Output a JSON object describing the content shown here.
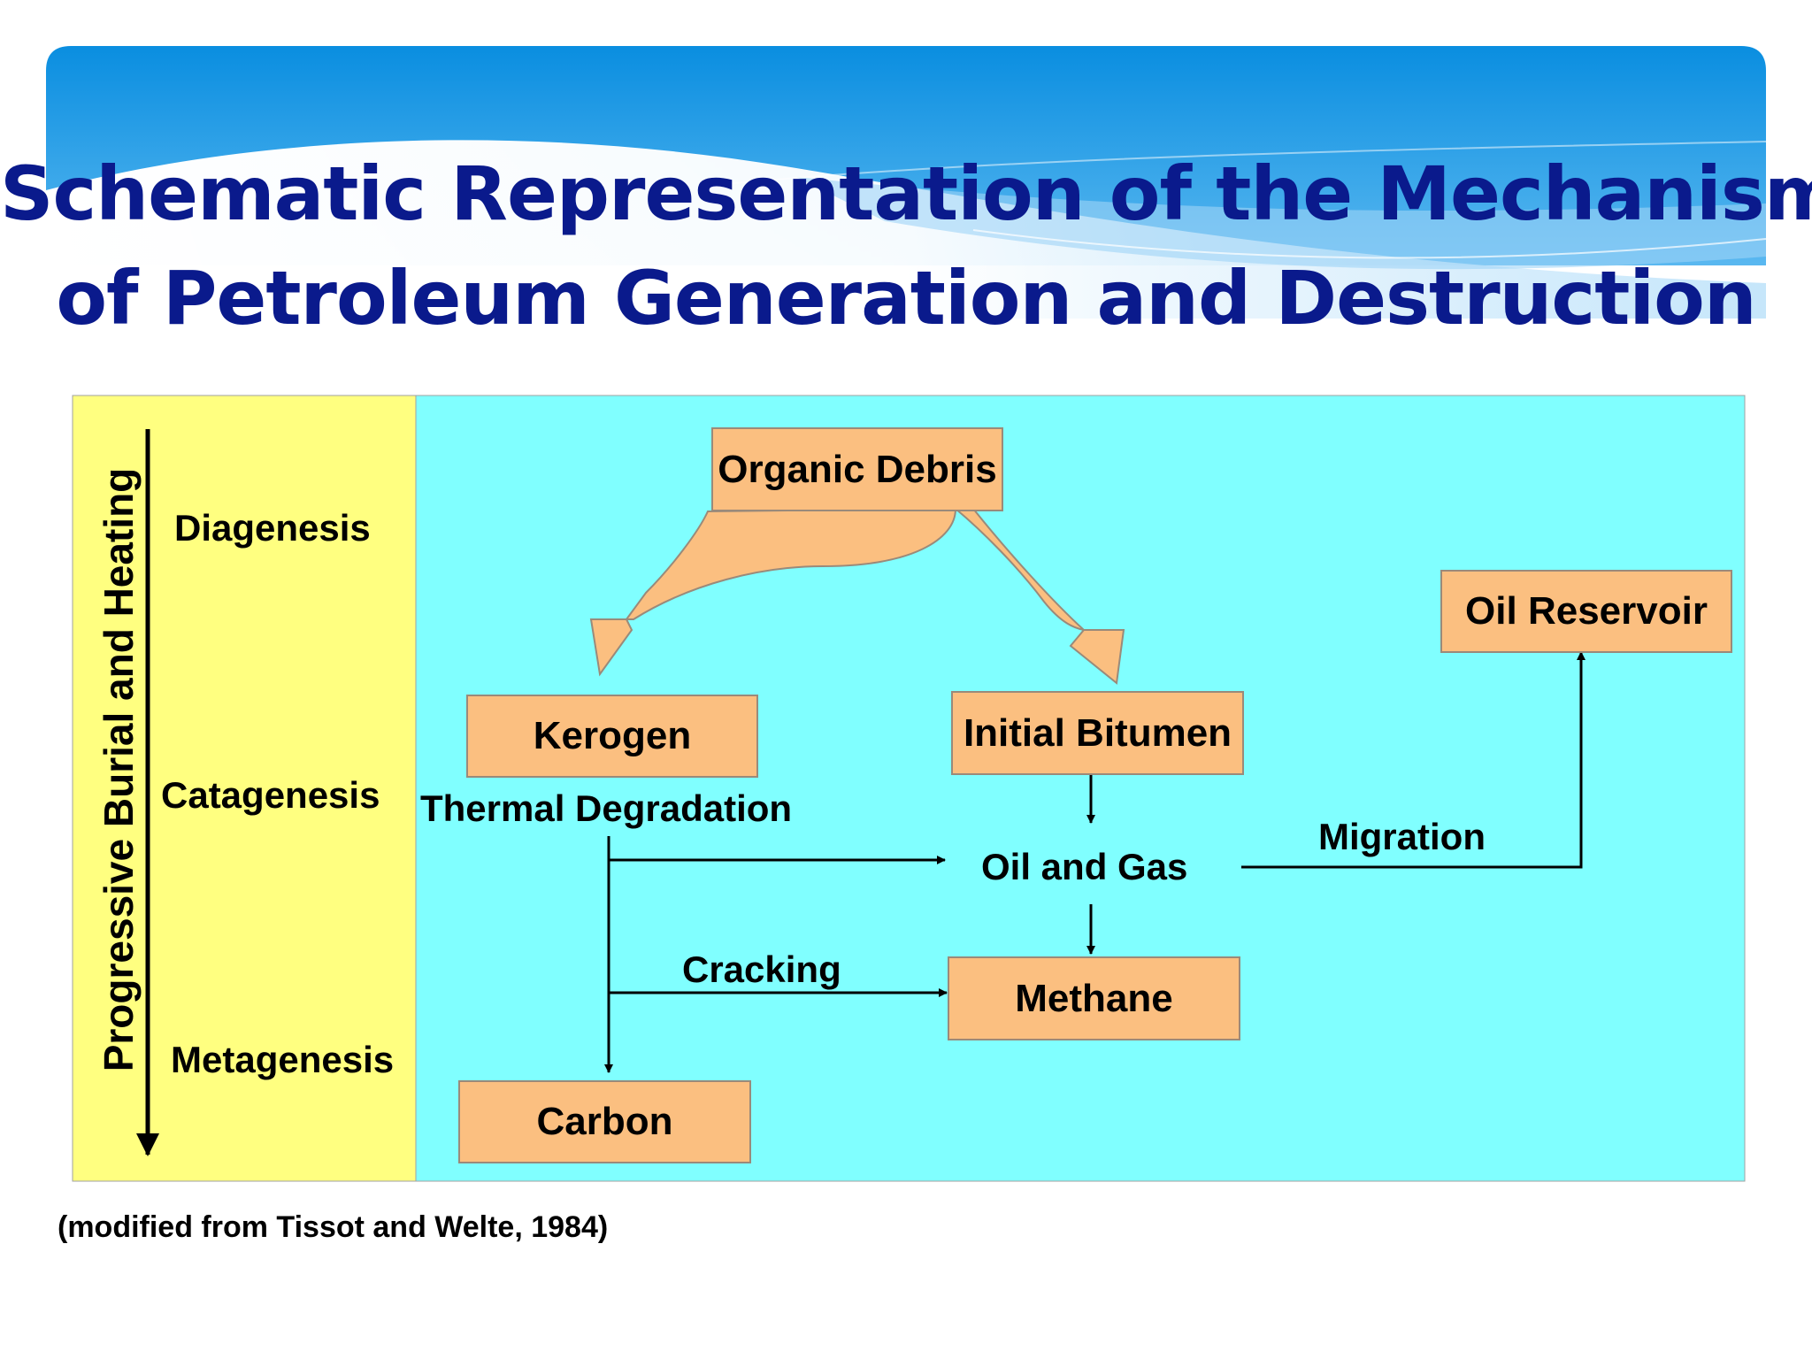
{
  "title": {
    "line1": "Schematic Representation of the Mechanism",
    "line2": "of Petroleum Generation and Destruction"
  },
  "diagram": {
    "axis_label": "Progressive Burial and Heating",
    "stages": [
      "Diagenesis",
      "Catagenesis",
      "Metagenesis"
    ],
    "boxes": {
      "organic_debris": "Organic Debris",
      "kerogen": "Kerogen",
      "initial_bitumen": "Initial Bitumen",
      "oil_reservoir": "Oil Reservoir",
      "methane": "Methane",
      "carbon": "Carbon"
    },
    "labels": {
      "thermal_degradation": "Thermal Degradation",
      "oil_and_gas": "Oil and Gas",
      "migration": "Migration",
      "cracking": "Cracking"
    }
  },
  "caption": "(modified from Tissot and Welte, 1984)",
  "colors": {
    "title": "#0a1a8c",
    "left_panel": "#ffff80",
    "right_panel": "#80ffff",
    "box_fill": "#fbbf80",
    "banner": "#1a9ae0"
  }
}
